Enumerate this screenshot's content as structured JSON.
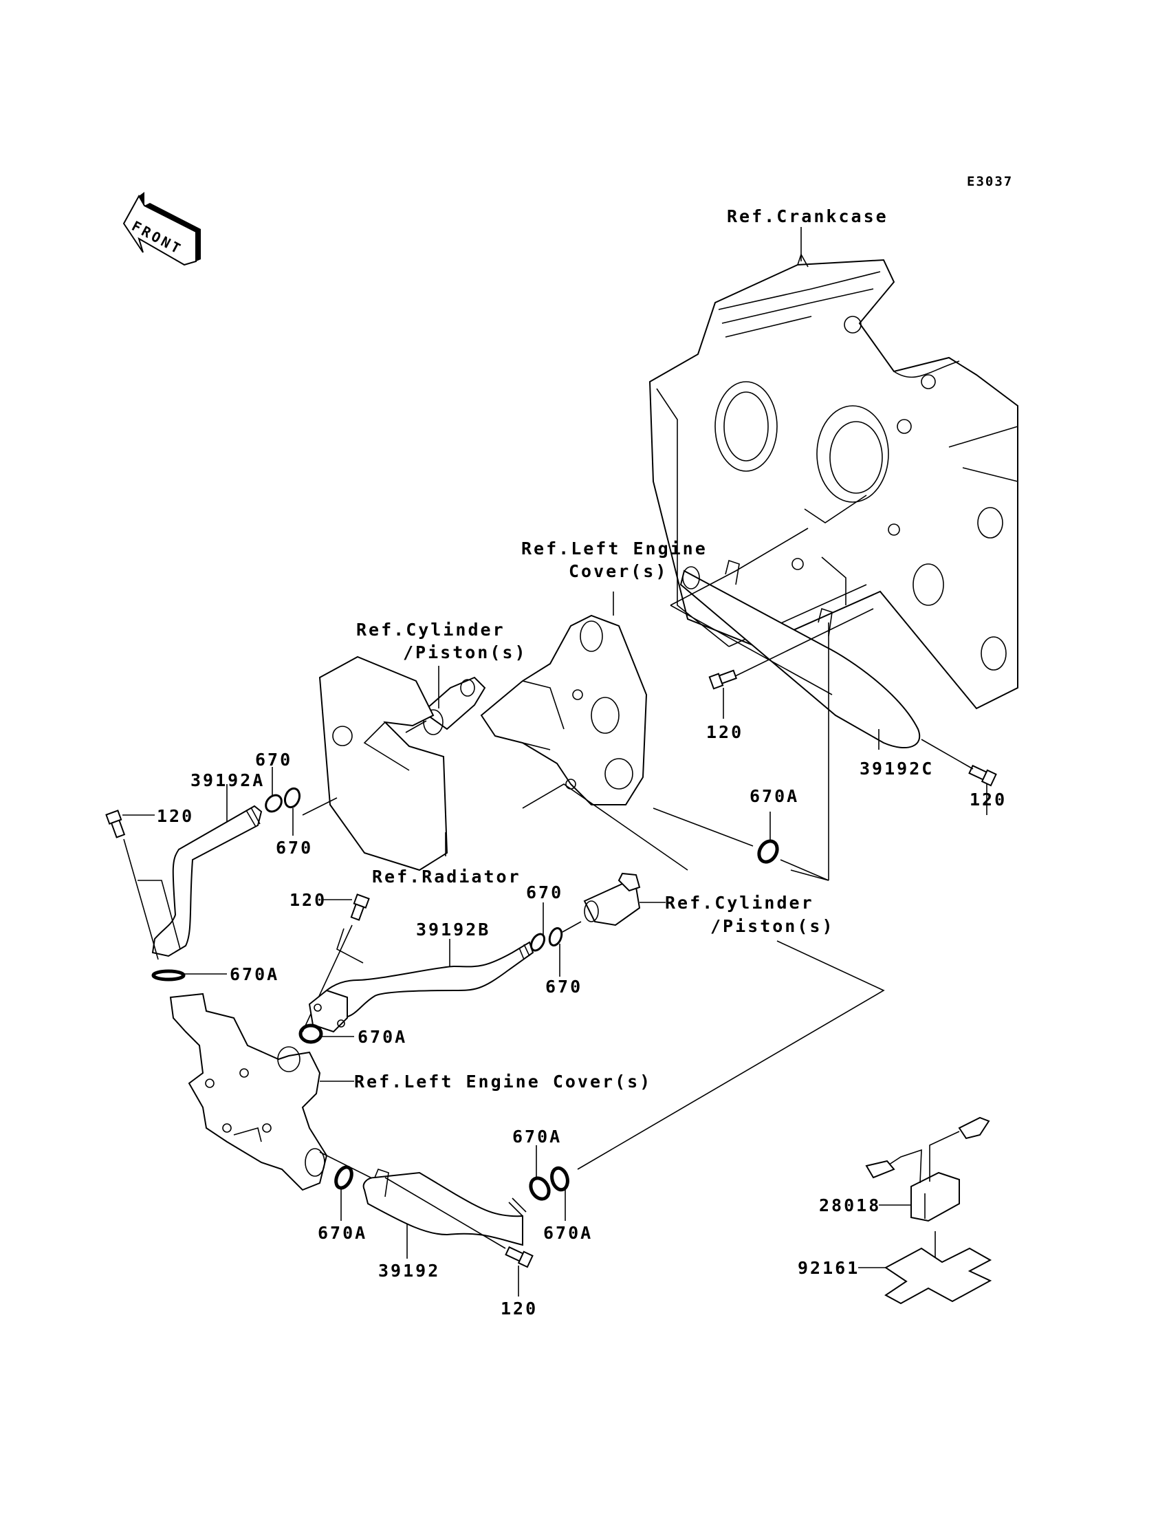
{
  "diagram": {
    "type": "exploded-parts-diagram",
    "code": "E3037",
    "front_indicator": "FRONT",
    "callouts": [
      {
        "id": "ref-crankcase",
        "text": "Ref.Crankcase"
      },
      {
        "id": "ref-left-engine-cover-top-1",
        "text": "Ref.Left Engine"
      },
      {
        "id": "ref-left-engine-cover-top-2",
        "text": "Cover(s)"
      },
      {
        "id": "ref-cylinder-top-1",
        "text": "Ref.Cylinder"
      },
      {
        "id": "ref-cylinder-top-2",
        "text": "/Piston(s)"
      },
      {
        "id": "ref-radiator",
        "text": "Ref.Radiator"
      },
      {
        "id": "ref-cylinder-mid-1",
        "text": "Ref.Cylinder"
      },
      {
        "id": "ref-cylinder-mid-2",
        "text": "/Piston(s)"
      },
      {
        "id": "ref-left-engine-cover-low",
        "text": "Ref.Left Engine Cover(s)"
      }
    ],
    "part_labels": [
      {
        "id": "p120-a",
        "text": "120"
      },
      {
        "id": "p39192A",
        "text": "39192A"
      },
      {
        "id": "p670-a1",
        "text": "670"
      },
      {
        "id": "p670-a2",
        "text": "670"
      },
      {
        "id": "p670A-a",
        "text": "670A"
      },
      {
        "id": "p120-b",
        "text": "120"
      },
      {
        "id": "p39192B",
        "text": "39192B"
      },
      {
        "id": "p670-b1",
        "text": "670"
      },
      {
        "id": "p670-b2",
        "text": "670"
      },
      {
        "id": "p670A-b",
        "text": "670A"
      },
      {
        "id": "p120-c",
        "text": "120"
      },
      {
        "id": "p39192C",
        "text": "39192C"
      },
      {
        "id": "p120-d",
        "text": "120"
      },
      {
        "id": "p670A-c",
        "text": "670A"
      },
      {
        "id": "p670A-d1",
        "text": "670A"
      },
      {
        "id": "p670A-d2",
        "text": "670A"
      },
      {
        "id": "p670A-e",
        "text": "670A"
      },
      {
        "id": "p39192",
        "text": "39192"
      },
      {
        "id": "p120-e",
        "text": "120"
      },
      {
        "id": "p28018",
        "text": "28018"
      },
      {
        "id": "p92161",
        "text": "92161"
      }
    ],
    "parts": [
      {
        "number": "120",
        "description": "bolt",
        "count_shown": 5
      },
      {
        "number": "39192",
        "description": "water pipe"
      },
      {
        "number": "39192A",
        "description": "water pipe"
      },
      {
        "number": "39192B",
        "description": "water pipe"
      },
      {
        "number": "39192C",
        "description": "water pipe"
      },
      {
        "number": "670",
        "description": "o-ring",
        "count_shown": 4
      },
      {
        "number": "670A",
        "description": "o-ring",
        "count_shown": 6
      },
      {
        "number": "28018",
        "description": "electrical unit with harness"
      },
      {
        "number": "92161",
        "description": "damper pad"
      }
    ]
  }
}
